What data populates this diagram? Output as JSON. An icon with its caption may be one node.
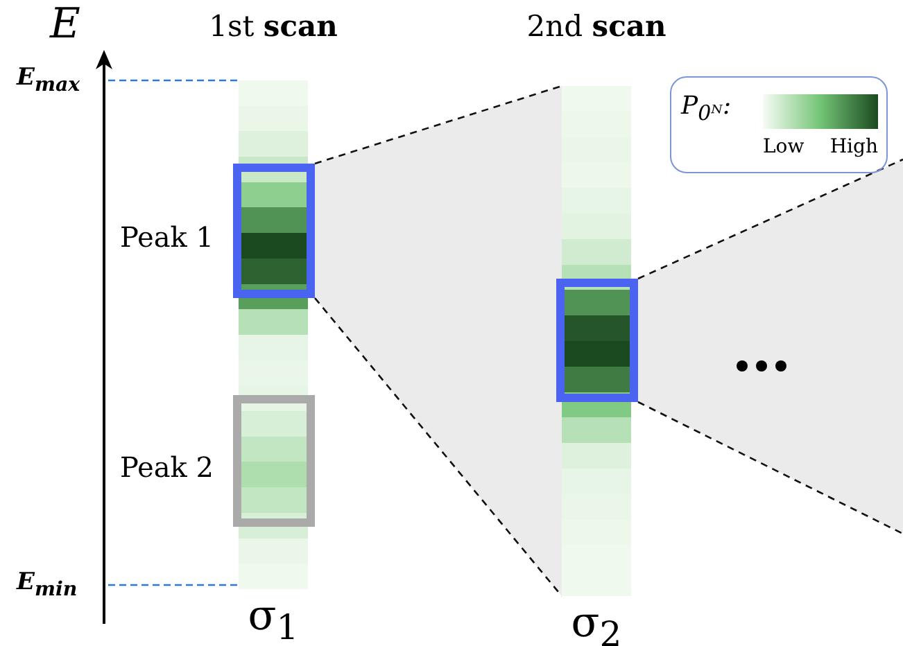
{
  "diagram": {
    "nodes": [
      {
        "text": [],
        "shape": "bar",
        "beside": [
          "1st **scan**",
          "σ$_{1}$"
        ]
      },
      {
        "text": [
          "Peak 1"
        ],
        "in": 0
      },
      {
        "text": [
          "Peak 2"
        ],
        "in": 0
      },
      {
        "text": [],
        "shape": "bar",
        "beside": [
          "2nd **scan**",
          "σ$_{2}$"
        ]
      },
      {
        "text": [],
        "shape": "box",
        "in": 3
      }
    ],
    "edges": [
      {
        "from": 1,
        "to": 3,
        "arrow": "none",
        "style": "dashed"
      },
      {
        "from": 4,
        "to": null,
        "arrow": "none",
        "style": "dashed"
      }
    ],
    "labels": [
      "E",
      "E$_{max}$",
      "E$_{min}$",
      "P$_{0ᴺ}$:"
    ],
    "legend": [
      {
        "text": "Low",
        "color": "#f7fcf5"
      },
      {
        "text": "High",
        "color": "#1b4a20"
      }
    ]
  }
}
